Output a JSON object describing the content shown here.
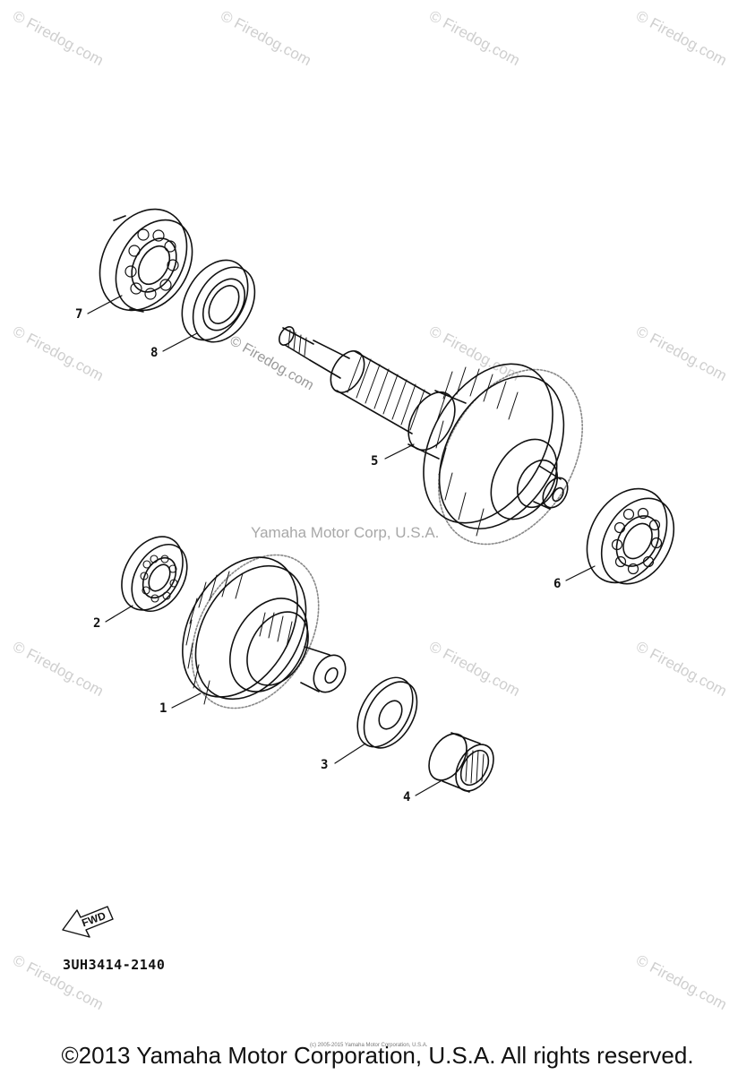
{
  "watermarks": [
    "© Firedog.com",
    "© Firedog.com",
    "© Firedog.com",
    "© Firedog.com",
    "© Firedog.com",
    "© Firedog.com",
    "© Firedog.com",
    "© Firedog.com",
    "© Firedog.com",
    "© Firedog.com",
    "© Firedog.com",
    "© Firedog.com"
  ],
  "shaft_watermark": "© Firedog.com",
  "center_mark": "Yamaha Motor Corp, U.S.A.",
  "callouts": {
    "bearing_large_top": "7",
    "oil_seal": "8",
    "drive_shaft": "5",
    "bearing_right": "6",
    "bearing_small": "2",
    "drive_gear": "1",
    "washer": "3",
    "needle_bearing": "4"
  },
  "fwd_label": "FWD",
  "diagram_code": "3UH3414-2140",
  "tiny_copyright": "(c) 2005-2015 Yamaha Motor Corporation, U.S.A.",
  "copyright": "©2013 Yamaha Motor Corporation, U.S.A. All rights reserved."
}
